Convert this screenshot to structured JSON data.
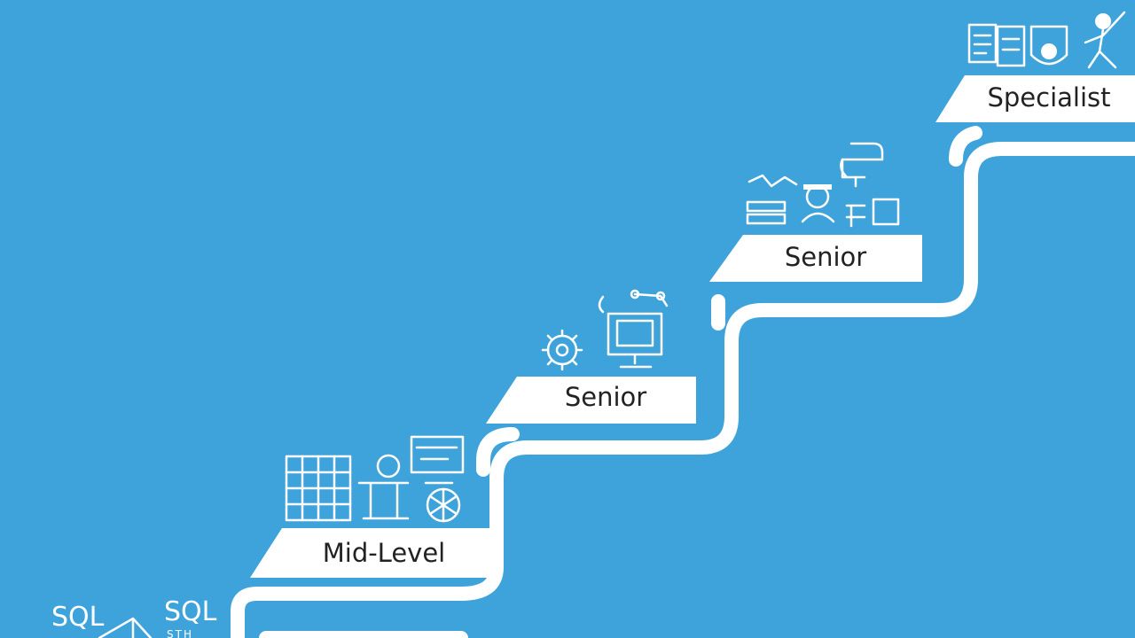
{
  "steps": [
    {
      "label": "Mid-Level"
    },
    {
      "label": "Senior"
    },
    {
      "label": "Senior"
    },
    {
      "label": "Specialist"
    }
  ],
  "entry": {
    "label_a": "SQL",
    "label_b": "SQL",
    "label_small": "STH"
  },
  "colors": {
    "background": "#3fa3db",
    "step": "#ffffff",
    "label": "#222222"
  }
}
